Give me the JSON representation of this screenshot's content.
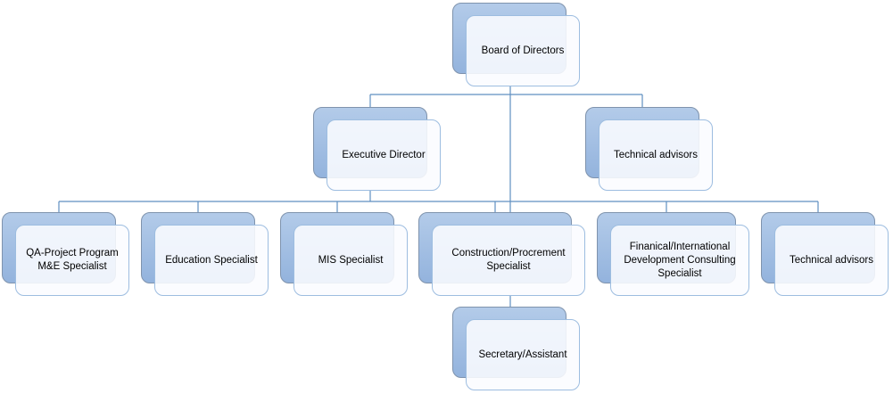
{
  "chart_title": "",
  "colors": {
    "connector": "#5f8fc0",
    "back_box": "#a3bfe3",
    "front_box_border": "#9dbde0"
  },
  "nodes": {
    "board": "Board of Directors",
    "executive": "Executive Director",
    "technical_top": "Technical advisors",
    "qa": "QA-Project Program M&E Specialist",
    "education": "Education Specialist",
    "mis": "MIS Specialist",
    "construction": "Construction/Procrement Specialist",
    "financial": "Finanical/International Development Consulting Specialist",
    "technical_bottom": "Technical advisors",
    "secretary": "Secretary/Assistant"
  },
  "hierarchy": [
    {
      "node": "board",
      "children": [
        "executive",
        "technical_top",
        "construction"
      ]
    },
    {
      "node": "executive",
      "children": [
        "qa",
        "education",
        "mis",
        "construction",
        "financial",
        "technical_bottom"
      ]
    },
    {
      "node": "construction",
      "children": [
        "secretary"
      ]
    }
  ]
}
